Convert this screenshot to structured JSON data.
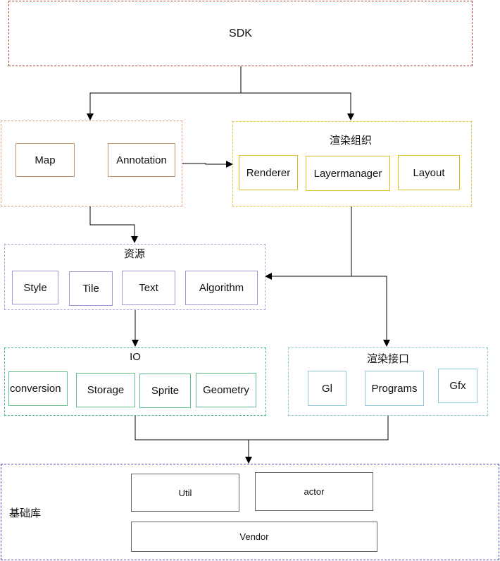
{
  "colors": {
    "sdk": "#b5403a",
    "core": "#d9a383",
    "core_box": "#c19268",
    "render": "#e3c73e",
    "render_box": "#d9c01f",
    "resource": "#a6a2d6",
    "resource_box": "#9b97d6",
    "io": "#49b9a6",
    "io_box": "#62bd8c",
    "render_if": "#8fcadb",
    "render_if_box": "#8fcadb",
    "base": "#4a4ac4",
    "base_box": "#666666",
    "wire": "#000000"
  },
  "sdk": {
    "label": "SDK"
  },
  "core": {
    "map": "Map",
    "annotation": "Annotation"
  },
  "render_org": {
    "title": "渲染组织",
    "renderer": "Renderer",
    "layermanager": "Layermanager",
    "layout": "Layout"
  },
  "resource": {
    "title": "资源",
    "style": "Style",
    "tile": "Tile",
    "text": "Text",
    "algorithm": "Algorithm"
  },
  "io": {
    "title": "IO",
    "conversion": "conversion",
    "storage": "Storage",
    "sprite": "Sprite",
    "geometry": "Geometry"
  },
  "render_if": {
    "title": "渲染接口",
    "gl": "Gl",
    "programs": "Programs",
    "gfx": "Gfx"
  },
  "base": {
    "title": "基础库",
    "util": "Util",
    "actor": "actor",
    "vendor": "Vendor"
  }
}
